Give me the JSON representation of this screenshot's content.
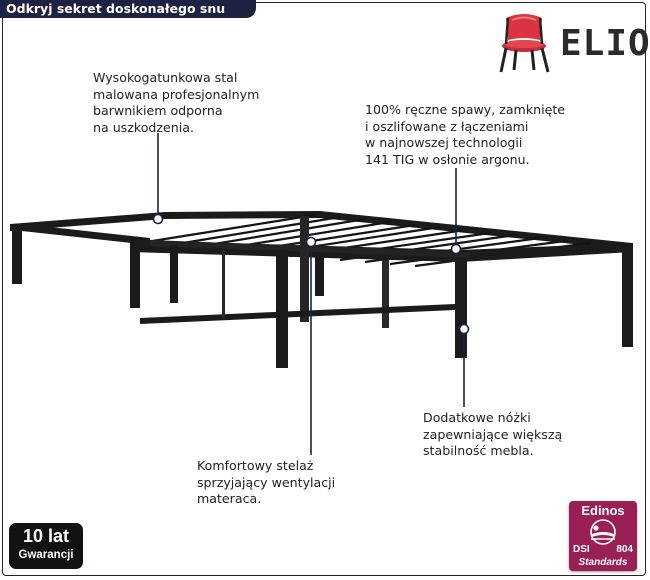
{
  "banner": {
    "title": "Odkryj sekret doskonałego snu"
  },
  "brand": {
    "name": "ELIOR",
    "icon": "chair-icon",
    "color": "#d9343f"
  },
  "callouts": {
    "steel": [
      "Wysokogatunkowa stal",
      "malowana profesjonalnym",
      "barwnikiem odporna",
      "na uszkodzenia."
    ],
    "welds": [
      "100% ręczne spawy, zamknięte",
      "i oszlifowane z łączeniami",
      "w najnowszej technologii",
      "141 TIG w osłonie argonu."
    ],
    "legs": [
      "Dodatkowe nóżki",
      "zapewniające większą",
      "stabilność mebla."
    ],
    "slats": [
      "Komfortowy stelaż",
      "sprzyjający wentylacji",
      "materaca."
    ]
  },
  "warranty": {
    "top": "10 lat",
    "bottom": "Gwarancji"
  },
  "certificate": {
    "title": "Edinos",
    "left": "DSI",
    "right": "804",
    "bottom": "Standards",
    "color": "#9a1f54"
  },
  "colors": {
    "navy": "#1d2142",
    "frame": "#1b1b1b"
  }
}
